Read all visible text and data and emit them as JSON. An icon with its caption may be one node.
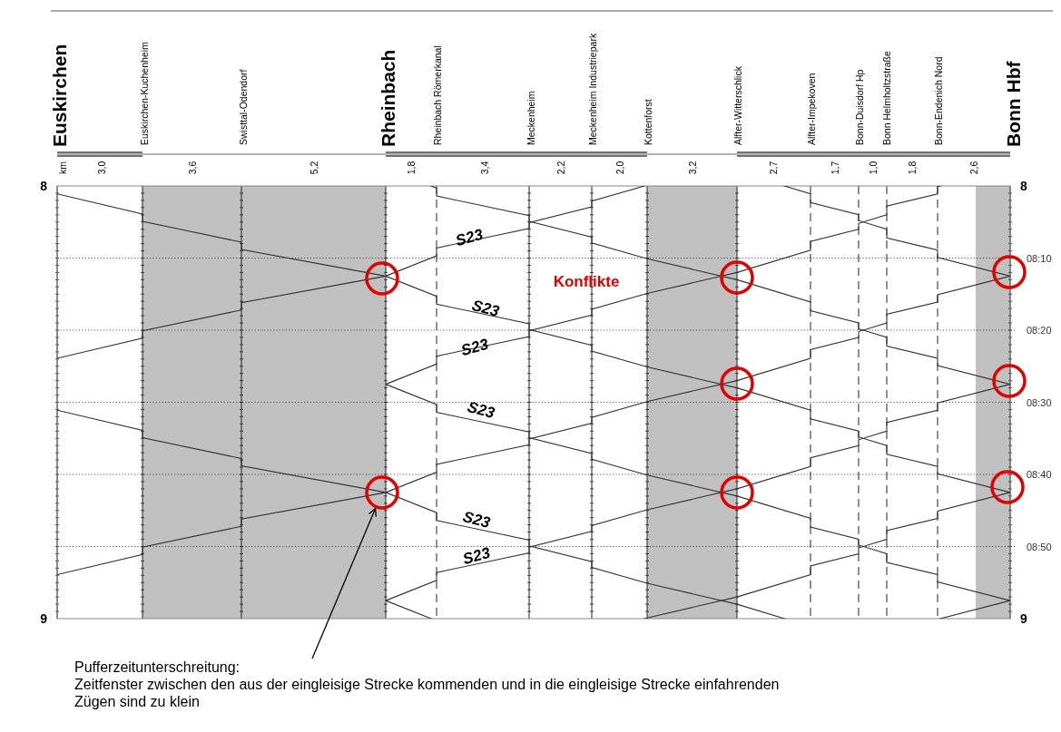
{
  "diagram": {
    "nodes": [
      {
        "text": [],
        "shape": "circle"
      },
      {
        "text": [],
        "shape": "circle"
      },
      {
        "text": [],
        "shape": "circle"
      },
      {
        "text": [],
        "shape": "circle"
      },
      {
        "text": [],
        "shape": "circle"
      },
      {
        "text": [],
        "shape": "circle"
      },
      {
        "text": [],
        "shape": "circle"
      },
      {
        "text": [],
        "shape": "circle"
      },
      {
        "text": [
          "Pufferzeitunterschreitung:",
          "Zeitfenster zwischen den aus der eingleisige Strecke kommenden und in die eingleisige Strecke einfahrenden Zügen sind zu klein"
        ]
      }
    ],
    "edges": [
      {
        "from": 8,
        "to": 5,
        "arrow": "to"
      }
    ],
    "labels": [
      "Euskirchen",
      "Euskirchen-Kuchenheim",
      "Swisttal-Odendorf",
      "Rheinbach",
      "Rheinbach Römerkanal",
      "Meckenheim",
      "Meckenheim Industriepark",
      "Kottenforst",
      "Alfter-Witterschlick",
      "Alfter-Impekoven",
      "Bonn-Duisdorf Hp",
      "Bonn Helmholtzstraße",
      "Bonn-Endenich Nord",
      "Bonn Hbf",
      "km",
      "3,0",
      "3,6",
      "5,2",
      "1,8",
      "3,4",
      "2,2",
      "2,0",
      "3,2",
      "2,7",
      "1,7",
      "1,0",
      "1,8",
      "2,6",
      "8",
      "8",
      "S23",
      "08:10",
      "Konflikte",
      "S23",
      "S23",
      "08:20",
      "08:30",
      "S23",
      "08:40",
      "S23",
      "08:50",
      "S23",
      "9",
      "9"
    ]
  }
}
